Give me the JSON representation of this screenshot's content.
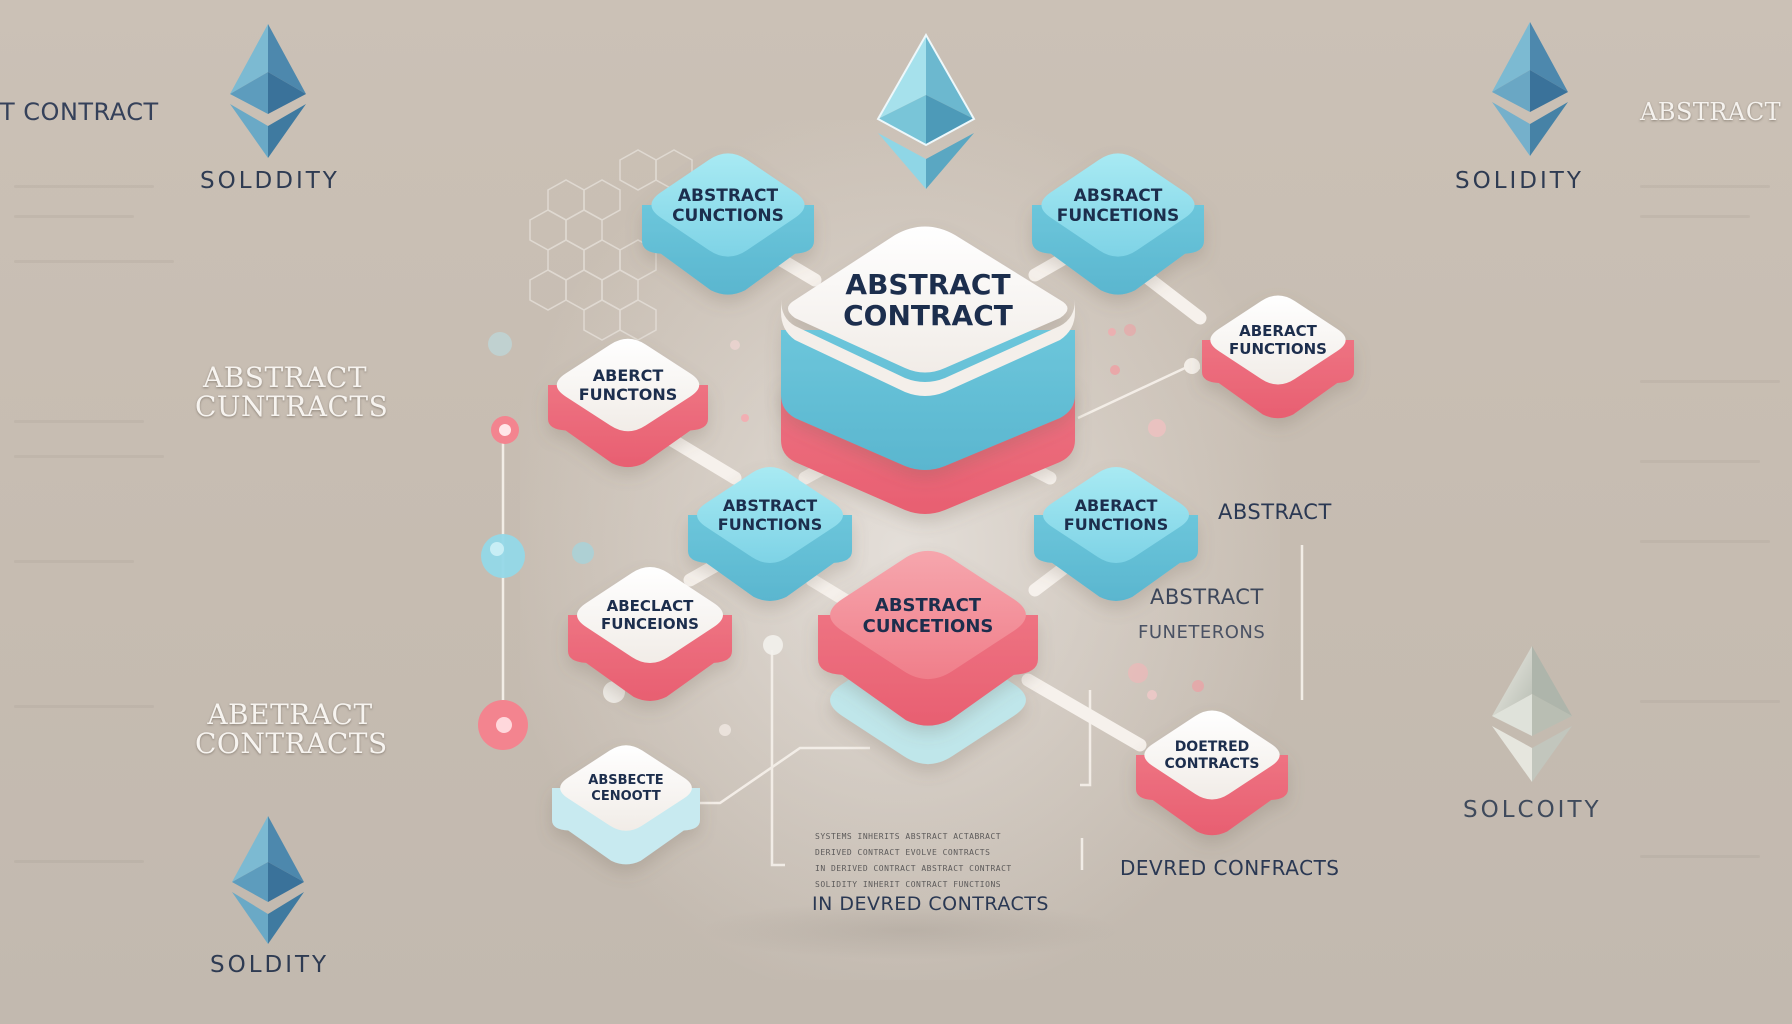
{
  "diagram": {
    "center_node": {
      "line1": "ABSTRACT",
      "line2": "CONTRACT"
    },
    "nodes": [
      {
        "line1": "ABSTRACT",
        "line2": "CUNCTIONS"
      },
      {
        "line1": "ABSRACT",
        "line2": "FUNCETIONS"
      },
      {
        "line1": "ABERCT",
        "line2": "FUNCTONS"
      },
      {
        "line1": "ABERACT",
        "line2": "FUNCTIONS"
      },
      {
        "line1": "ABSTRACT",
        "line2": "FUNCTIONS"
      },
      {
        "line1": "ABERACT",
        "line2": "FUNCTIONS"
      },
      {
        "line1": "ABECLACT",
        "line2": "FUNCEIONS"
      },
      {
        "line1": "ABSTRACT",
        "line2": "CUNCETIONS"
      },
      {
        "line1": "ABSBECTE",
        "line2": "CENOOTT"
      },
      {
        "line1": "DOETRED",
        "line2": "CONTRACTS"
      }
    ],
    "annotations": {
      "abstract_right": "ABSTRACT",
      "abstract_right2": "ABSTRACT",
      "functions_right": "FUNETERONS",
      "derived_contracts": "DEVRED CONFRACTS",
      "bottom_caption": "IN DEVRED CONTRACTS",
      "small_print": [
        "SYSTEMS INHERITS ABSTRACT ACTABRACT",
        "DERIVED CONTRACT EVOLVE CONTRACTS",
        "IN DERIVED CONTRACT ABSTRACT CONTRACT",
        "SOLIDITY INHERIT CONTRACT FUNCTIONS"
      ]
    }
  },
  "side_labels": {
    "top_left": "T CONTRACT",
    "top_right": "ABSTRACT",
    "left_mid1_line1": "ABSTRACT",
    "left_mid1_line2": "CUNTRACTS",
    "left_mid2_line1": "ABETRACT",
    "left_mid2_line2": "CONTRACTS"
  },
  "solidity_labels": {
    "top_left": "SOLDDITY",
    "top_right": "SOLIDITY",
    "bottom_right": "SOLCOITY",
    "bottom_left": "SOLDITY"
  },
  "colors": {
    "background": "#c8beb3",
    "cyan": "#8fdcea",
    "pink": "#f2808b",
    "white_top": "#fbf7f3",
    "text": "#1e2d4d"
  }
}
